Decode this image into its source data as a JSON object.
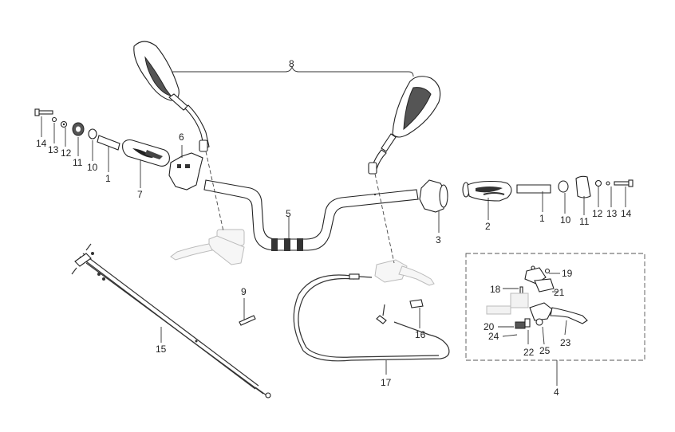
{
  "colors": {
    "line": "#222222",
    "ghost": "#bbbbbb",
    "background": "#ffffff"
  },
  "labels": {
    "n1a": "1",
    "n1b": "1",
    "n2": "2",
    "n3": "3",
    "n4": "4",
    "n5": "5",
    "n6": "6",
    "n7": "7",
    "n8": "8",
    "n9": "9",
    "n10a": "10",
    "n10b": "10",
    "n11a": "11",
    "n11b": "11",
    "n12a": "12",
    "n12b": "12",
    "n13a": "13",
    "n13b": "13",
    "n14a": "14",
    "n14b": "14",
    "n15": "15",
    "n16": "16",
    "n17": "17",
    "n18": "18",
    "n19": "19",
    "n20": "20",
    "n21": "21",
    "n22": "22",
    "n23": "23",
    "n24": "24",
    "n25": "25"
  }
}
